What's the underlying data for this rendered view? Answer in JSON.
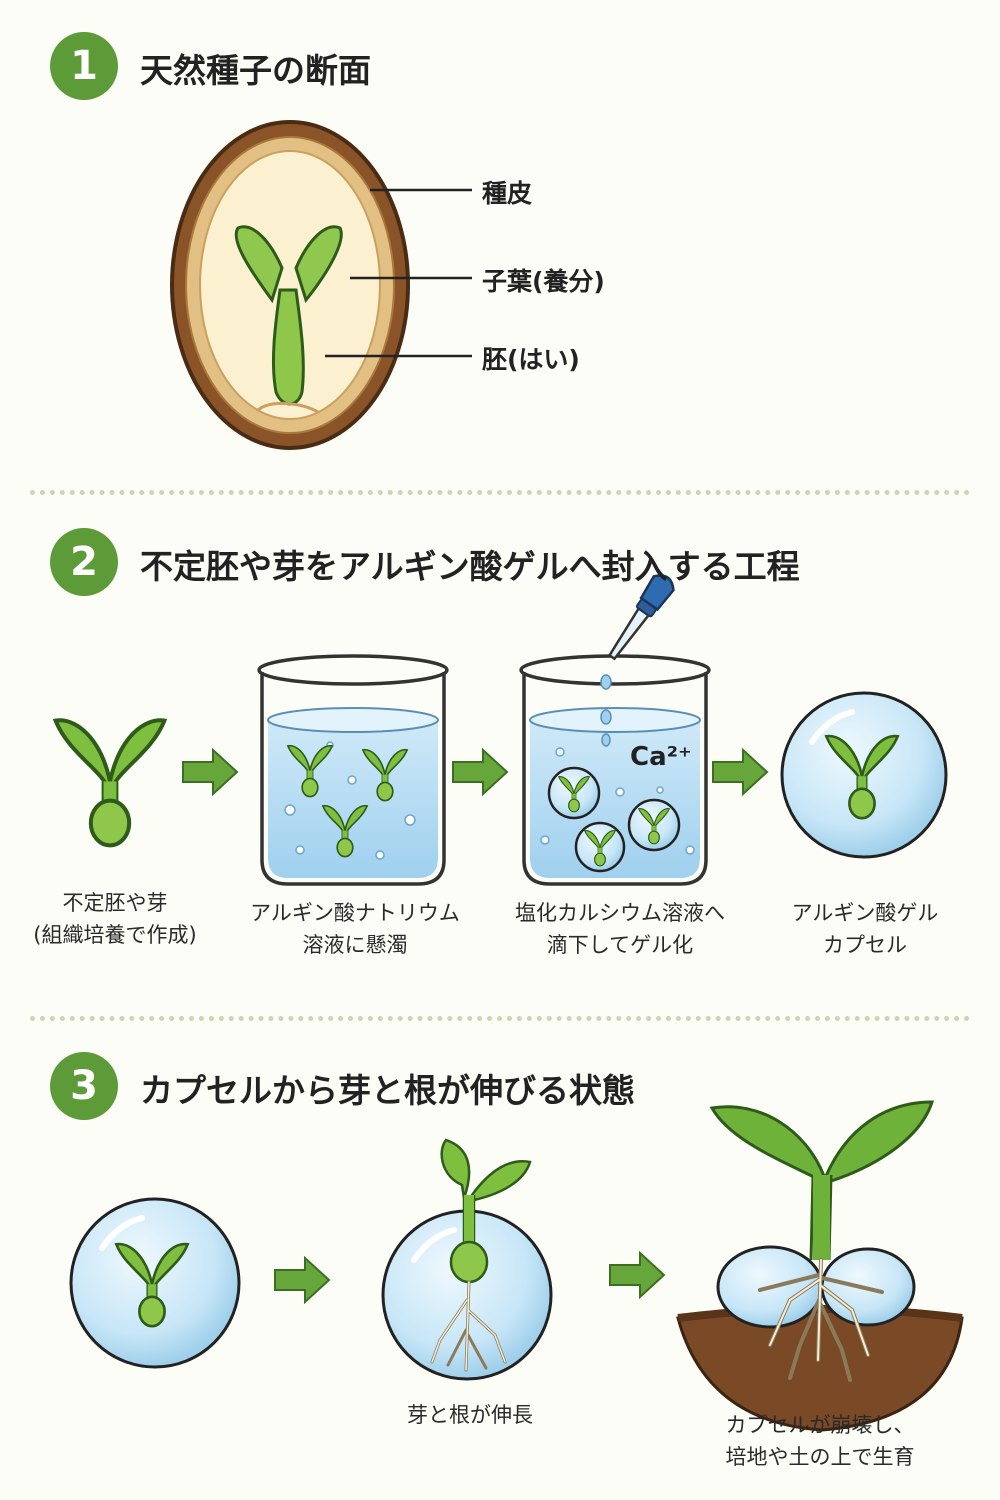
{
  "section1": {
    "number": "1",
    "title": "天然種子の断面",
    "labels": {
      "seed_coat": "種皮",
      "cotyledon": "子葉(養分)",
      "embryo": "胚(はい)"
    }
  },
  "section2": {
    "number": "2",
    "title": "不定胚や芽をアルギン酸ゲルへ封入する工程",
    "calcium_label": "Ca²⁺",
    "steps": [
      {
        "line1": "不定胚や芽",
        "line2": "(組織培養で作成)"
      },
      {
        "line1": "アルギン酸ナトリウム",
        "line2": "溶液に懸濁"
      },
      {
        "line1": "塩化カルシウム溶液へ",
        "line2": "滴下してゲル化"
      },
      {
        "line1": "アルギン酸ゲル",
        "line2": "カプセル"
      }
    ]
  },
  "section3": {
    "number": "3",
    "title": "カプセルから芽と根が伸びる状態",
    "steps": [
      {
        "line1": "芽と根が伸長"
      },
      {
        "line1": "カプセルが崩壊し、",
        "line2": "培地や土の上で生育"
      }
    ]
  },
  "colors": {
    "accent_green": "#5d9b38",
    "leaf_green": "#7fbf3f",
    "seed_brown": "#8a5428",
    "gel_blue": "#bfe2f5",
    "soil_brown": "#7a4a26"
  }
}
